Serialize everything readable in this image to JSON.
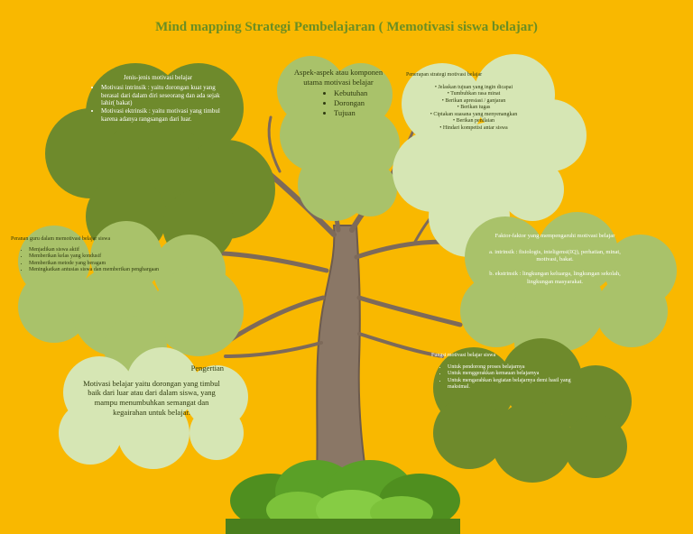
{
  "title": "Mind mapping Strategi Pembelajaran ( Memotivasi siswa belajar)",
  "jenis": {
    "heading": "Jenis-jenis motivasi belajar",
    "items": [
      "Motivasi intrinsik : yaitu dorongan kuat yang berasal dari dalam diri seseorang dan ada sejak lahir( bakat)",
      "Motivasi ektrinsik : yaitu motivasi yang timbul karena adanya rangsangan dari luar."
    ]
  },
  "aspek": {
    "heading": "Aspek-aspek atau komponen utama motivasi belajar",
    "items": [
      "Kebutuhan",
      "Dorongan",
      "Tujuan"
    ]
  },
  "penerapan": {
    "heading": "Penerapan strategi motivasi belajar",
    "items": [
      "Jelaskan tujuan yang ingin dicapai",
      "Tumbuhkan rasa minat",
      "Berikan apresiasi / ganjaran",
      "Berikan tugas",
      "Ciptakan suasana yang menyenangkan",
      "Berikan penilaian",
      "Hindari kompetisi antar siswa"
    ]
  },
  "peranan": {
    "heading": "Peranan guru dalam memotivasi belajar siswa",
    "items": [
      "Menjadikan siswa aktif",
      "Memberikan kelas yang kondusif",
      "Memberikan metode yang beragam",
      "Meningkatkan antusias siswa dan memberikan penghargaan"
    ]
  },
  "faktor": {
    "heading": "Faktor-faktor yang mempengaruhi motivasi belajar",
    "a": "a. intrinsik : fisiologis, inteligensi(IQ), perhatian, minat, motivasi, bakat.",
    "b": "b. ekstrinsik : lingkungan keluarga, lingkungan sekolah, lingkungan masyarakat."
  },
  "fungsi": {
    "heading": "Fungsi motivasi belajar siswa",
    "items": [
      "Untuk pendorong proses belajarnya",
      "Untuk menggerakkan kemauan belajarnya",
      "Untuk mengarahkan kegiatan belajarnya demi hasil yang maksimal."
    ]
  },
  "pengertian": {
    "heading": "Pengertian",
    "text": "Motivasi belajar yaitu dorongan yang timbul baik dari luar atau dari dalam siswa, yang mampu menumbuhkan semangat dan kegairahan untuk belajar."
  },
  "colors": {
    "background": "#F9B800",
    "title": "#6B8E23",
    "cloud_dark": "#6E8A2C",
    "cloud_mid": "#A9C26A",
    "cloud_light": "#D6E6B4",
    "trunk": "#8A7766",
    "bush": "#6BAF2E"
  }
}
